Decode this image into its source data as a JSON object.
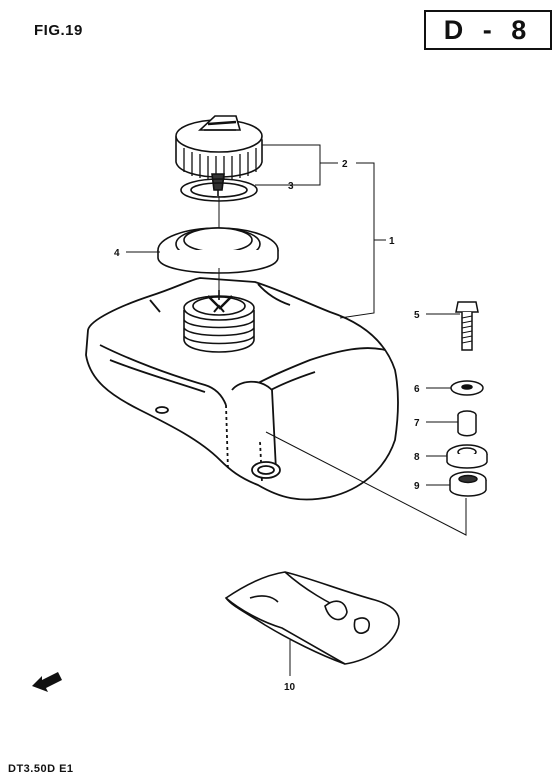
{
  "figure": {
    "label": "FIG.19"
  },
  "page": {
    "code": "D - 8"
  },
  "model": {
    "code": "DT3.50D E1"
  },
  "parts": [
    {
      "number": "1",
      "name": "fuel-tank-assembly"
    },
    {
      "number": "2",
      "name": "fuel-cap"
    },
    {
      "number": "3",
      "name": "cap-gasket"
    },
    {
      "number": "4",
      "name": "filler-ring"
    },
    {
      "number": "5",
      "name": "bolt"
    },
    {
      "number": "6",
      "name": "washer"
    },
    {
      "number": "7",
      "name": "collar"
    },
    {
      "number": "8",
      "name": "grommet"
    },
    {
      "number": "9",
      "name": "cushion"
    },
    {
      "number": "10",
      "name": "tool-bag"
    }
  ],
  "icons": {
    "direction_arrow": "arrow-icon"
  }
}
